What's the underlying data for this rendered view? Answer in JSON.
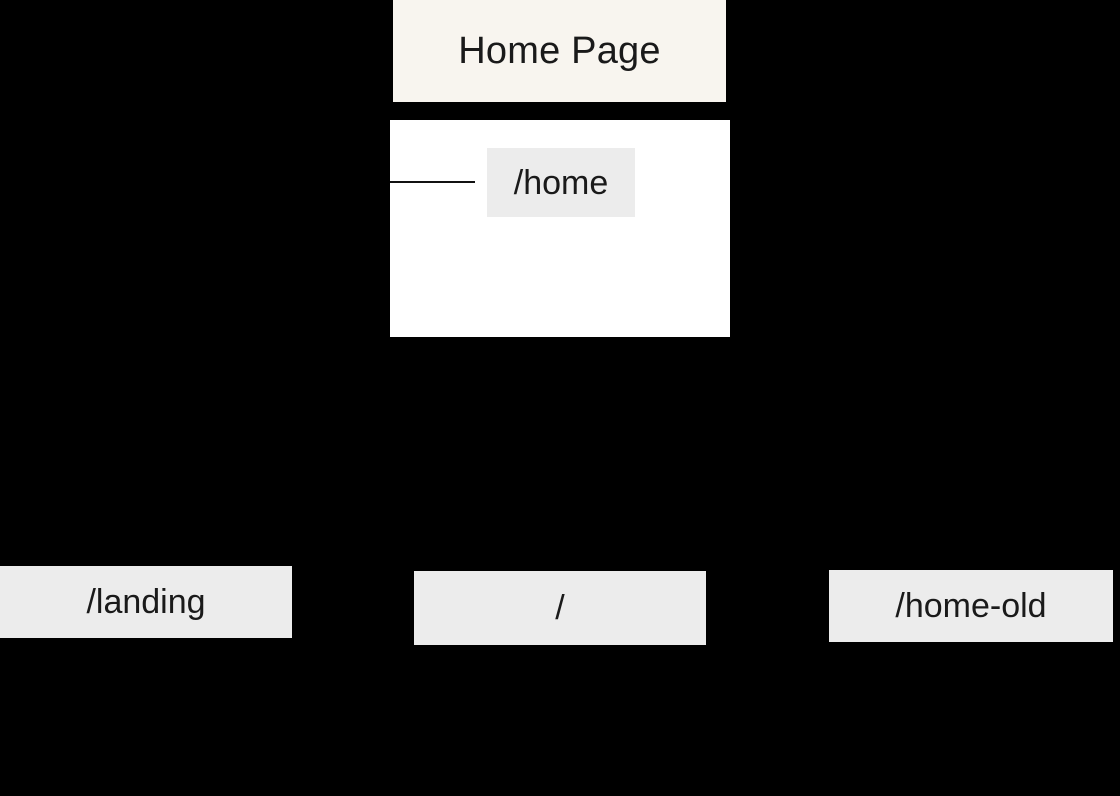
{
  "diagram": {
    "title_card": {
      "label": "Home Page"
    },
    "detail_panel": {
      "primary_route": {
        "label": "/home"
      }
    },
    "route_chips": [
      {
        "label": "/landing"
      },
      {
        "label": "/"
      },
      {
        "label": "/home-old"
      }
    ],
    "colors": {
      "background": "#000000",
      "title_card_fill": "#f8f5ef",
      "panel_fill": "#ffffff",
      "chip_fill": "#ececec",
      "text": "#1a1a1a",
      "connector": "#111111"
    }
  }
}
